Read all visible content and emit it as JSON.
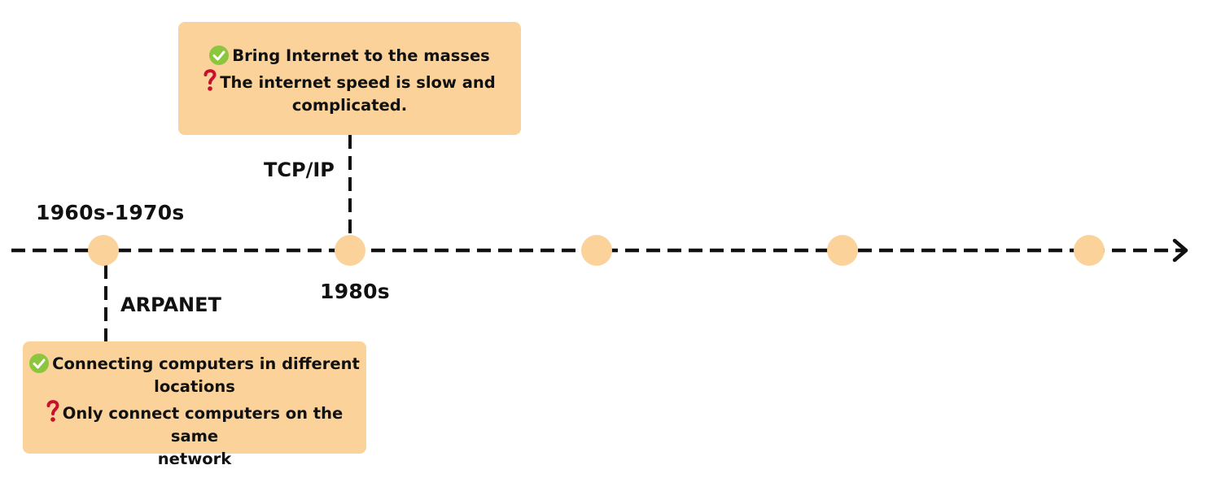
{
  "colors": {
    "node": "#fad29a",
    "note_box": "#fad29a",
    "line": "#111111",
    "check": "#8cc63f",
    "question": "#c8102e"
  },
  "timeline": {
    "nodes": [
      {
        "era": "1960s-1970s",
        "technology": "ARPANET"
      },
      {
        "era": "1980s",
        "technology": "TCP/IP"
      },
      {
        "era": ""
      },
      {
        "era": ""
      },
      {
        "era": ""
      }
    ]
  },
  "notes": {
    "arpanet": {
      "advantage_icon": "check-circle-icon",
      "advantage": [
        "Connecting computers in different",
        "locations"
      ],
      "limitation_icon": "question-mark-icon",
      "limitation": [
        "Only connect computers on the same",
        "network"
      ]
    },
    "tcpip": {
      "advantage_icon": "check-circle-icon",
      "advantage": [
        "Bring Internet to the masses"
      ],
      "limitation_icon": "question-mark-icon",
      "limitation": [
        "The internet speed is slow and",
        "complicated."
      ]
    }
  }
}
